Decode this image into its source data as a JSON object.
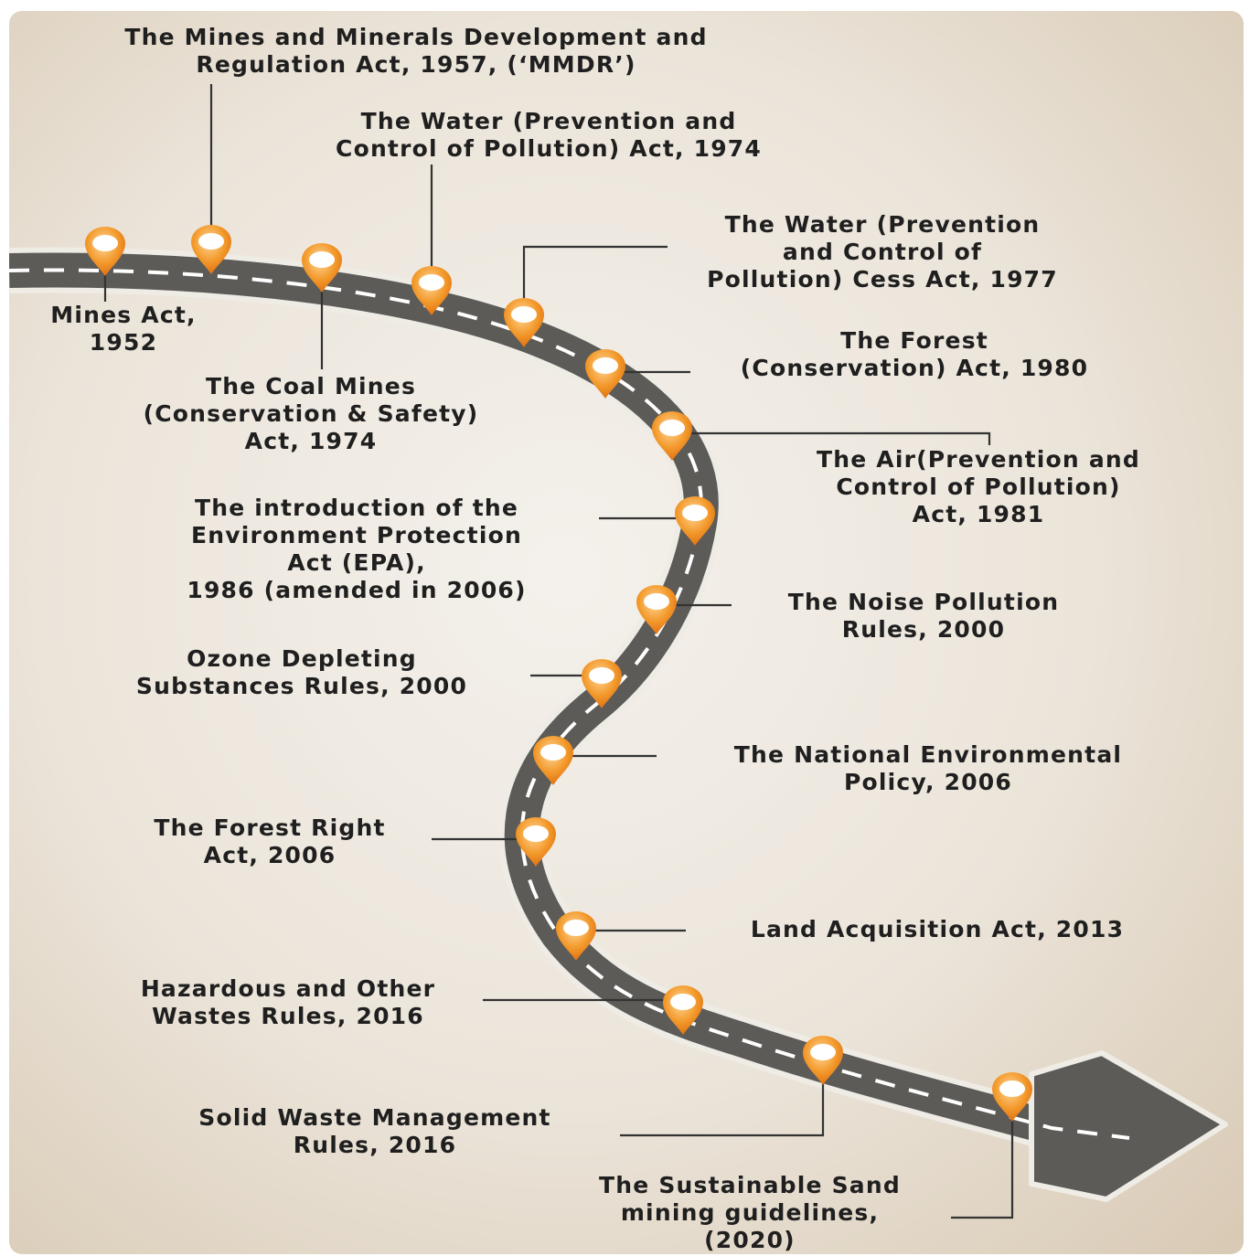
{
  "milestones": [
    {
      "id": "mines-act-1952",
      "text": "Mines Act,\n1952"
    },
    {
      "id": "mmdr-1957",
      "text": "The Mines and Minerals Development and\nRegulation Act, 1957, (‘MMDR’)"
    },
    {
      "id": "coal-mines-1974",
      "text": "The Coal Mines\n(Conservation & Safety)\nAct, 1974"
    },
    {
      "id": "water-act-1974",
      "text": "The Water (Prevention and\nControl of Pollution) Act, 1974"
    },
    {
      "id": "water-cess-1977",
      "text": "The Water (Prevention\nand Control of\nPollution) Cess Act, 1977"
    },
    {
      "id": "forest-1980",
      "text": "The Forest\n(Conservation) Act, 1980"
    },
    {
      "id": "air-1981",
      "text": "The Air(Prevention and\nControl of Pollution)\nAct, 1981"
    },
    {
      "id": "epa-1986",
      "text": "The introduction of the\nEnvironment Protection\nAct (EPA),\n1986 (amended in 2006)"
    },
    {
      "id": "noise-2000",
      "text": "The Noise Pollution\nRules, 2000"
    },
    {
      "id": "ozone-2000",
      "text": "Ozone Depleting\nSubstances Rules, 2000"
    },
    {
      "id": "nep-2006",
      "text": "The National Environmental\nPolicy, 2006"
    },
    {
      "id": "forest-right-2006",
      "text": "The Forest Right\nAct, 2006"
    },
    {
      "id": "land-2013",
      "text": "Land Acquisition Act, 2013"
    },
    {
      "id": "hazardous-2016",
      "text": "Hazardous and Other\nWastes Rules, 2016"
    },
    {
      "id": "solid-waste-2016",
      "text": "Solid Waste Management\nRules, 2016"
    },
    {
      "id": "sand-2020",
      "text": "The Sustainable Sand\nmining guidelines,\n(2020)"
    }
  ],
  "colors": {
    "road": "#5c5b58",
    "road_edge": "#efece6",
    "pin": "#f39a2c",
    "pin_dark": "#e06f10",
    "leader": "#333333",
    "text": "#1f1f1f"
  },
  "icons": {
    "pin": "map-pin-icon",
    "arrow": "arrow-head-icon"
  }
}
